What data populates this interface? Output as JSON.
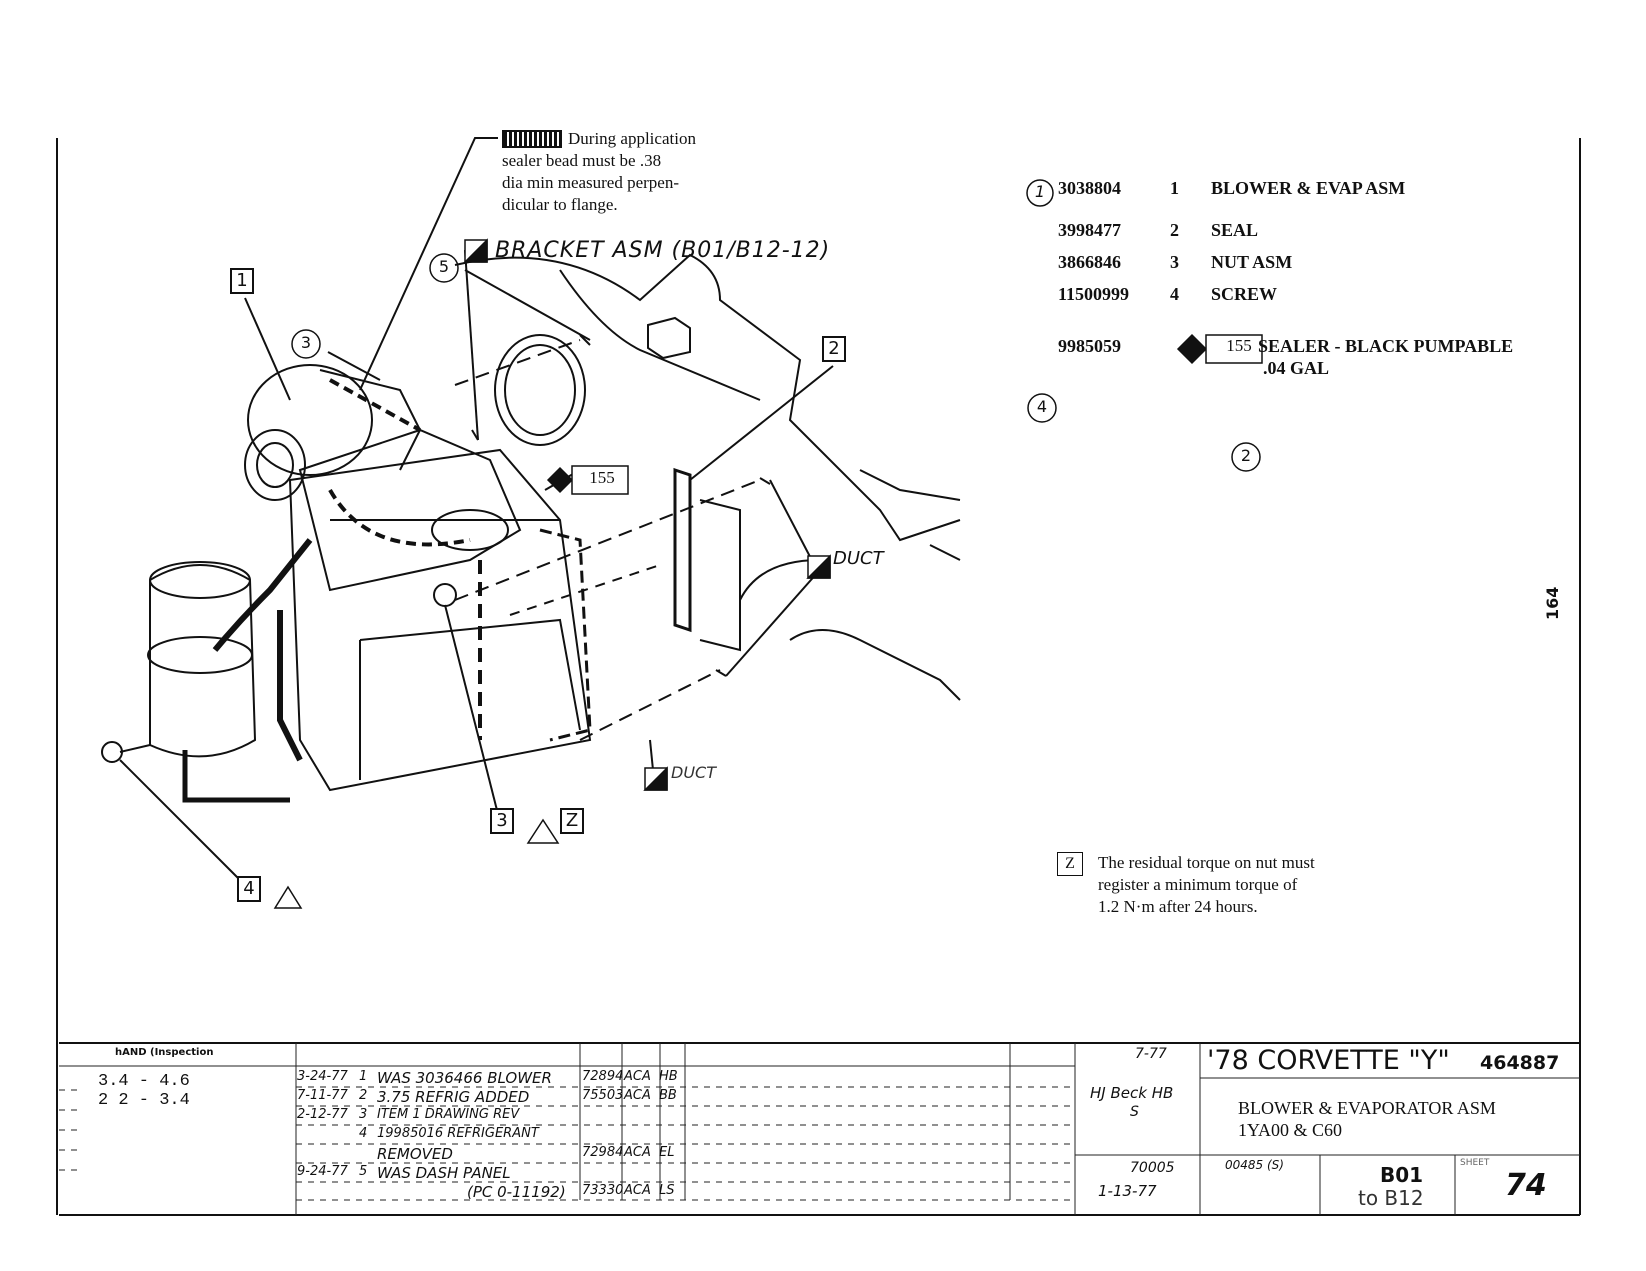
{
  "sealer_note": {
    "line1": "During application",
    "line2": "sealer bead must be .38",
    "line3": "dia min measured perpen-",
    "line4": "dicular to flange."
  },
  "callouts": {
    "bracket": "BRACKET ASM (B01/B12-12)",
    "duct_right": "DUCT",
    "duct_bottom": "DUCT",
    "sealer_tag": "155",
    "box1": "1",
    "box2": "2",
    "box3": "3",
    "box4": "4",
    "boxZ": "Z",
    "circle3": "3",
    "circle5": "5",
    "circle4_right": "4",
    "circle2_right": "2",
    "circle1_parts": "1"
  },
  "parts": [
    {
      "part_no": "3038804",
      "qty": "1",
      "description": "BLOWER & EVAP ASM"
    },
    {
      "part_no": "3998477",
      "qty": "2",
      "description": "SEAL"
    },
    {
      "part_no": "3866846",
      "qty": "3",
      "description": "NUT ASM"
    },
    {
      "part_no": "11500999",
      "qty": "4",
      "description": "SCREW"
    },
    {
      "part_no": "9985059",
      "tag": "155",
      "description": "SEALER - BLACK PUMPABLE",
      "description2": ".04 GAL"
    }
  ],
  "torque_note": {
    "label": "Z",
    "line1": "The residual torque on nut must",
    "line2": "register a minimum torque of",
    "line3": "1.2 N·m after 24 hours."
  },
  "side_number": "164",
  "title_block": {
    "inspection_header": "hAND (Inspection",
    "inspection_rows": [
      "3.4 - 4.6",
      "2 2 - 3.4"
    ],
    "revisions": [
      {
        "date": "3-24-77",
        "num": "1",
        "text": "WAS 3036466 BLOWER",
        "ref": "72894",
        "by": "ACA",
        "chk": "HB"
      },
      {
        "date": "7-11-77",
        "num": "2",
        "text": "3.75 REFRIG ADDED",
        "ref": "75503",
        "by": "ACA",
        "chk": "BB"
      },
      {
        "date": "2-12-77",
        "num": "3",
        "text": "ITEM 1 DRAWING REV",
        "ref": "",
        "by": "",
        "chk": ""
      },
      {
        "date": "",
        "num": "4",
        "text": "19985016 REFRIGERANT",
        "ref": "",
        "by": "",
        "chk": ""
      },
      {
        "date": "",
        "num": "",
        "text": "REMOVED",
        "ref": "72984",
        "by": "ACA",
        "chk": "EL"
      },
      {
        "date": "9-24-77",
        "num": "5",
        "text": "WAS DASH PANEL",
        "ref": "",
        "by": "",
        "chk": ""
      },
      {
        "date": "",
        "num": "",
        "text": "(PC 0-11192)",
        "ref": "73330",
        "by": "ACA",
        "chk": "LS"
      }
    ],
    "sign_date": "7-77",
    "signature": "HJ Beck HB",
    "sign_letter": "S",
    "code1": "70005",
    "code2": "00485 (S)",
    "date2": "1-13-77",
    "title": "'78 CORVETTE \"Y\"",
    "doc_number": "464887",
    "subtitle1": "BLOWER & EVAPORATOR ASM",
    "subtitle2": "1YA00 & C60",
    "section_from": "B01",
    "section_to": "to B12",
    "sheet_label": "SHEET",
    "sheet_no": "74"
  }
}
